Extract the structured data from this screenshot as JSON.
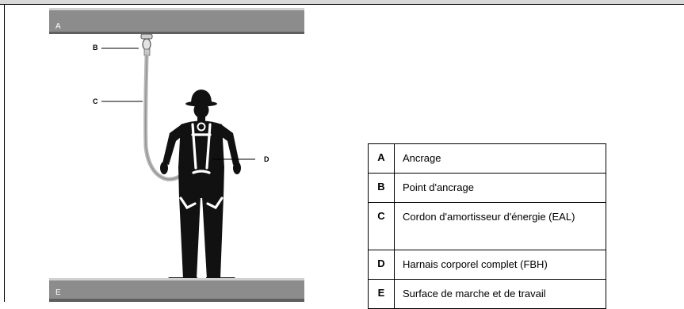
{
  "figure": {
    "beam_top_label": "A",
    "beam_bottom_label": "E",
    "callouts": {
      "b": "B",
      "c": "C",
      "d": "D"
    }
  },
  "legend": [
    {
      "key": "A",
      "text": "Ancrage"
    },
    {
      "key": "B",
      "text": "Point d'ancrage"
    },
    {
      "key": "C",
      "text": "Cordon d'amortisseur d'énergie (EAL)"
    },
    {
      "key": "D",
      "text": "Harnais corporel complet (FBH)"
    },
    {
      "key": "E",
      "text": "Surface de marche et de travail"
    }
  ],
  "colors": {
    "beam": "#8c8c8c",
    "worker": "#111111",
    "harness": "#ffffff",
    "lanyard": "#b5b5b5",
    "top_band": "#d9d9d9"
  }
}
